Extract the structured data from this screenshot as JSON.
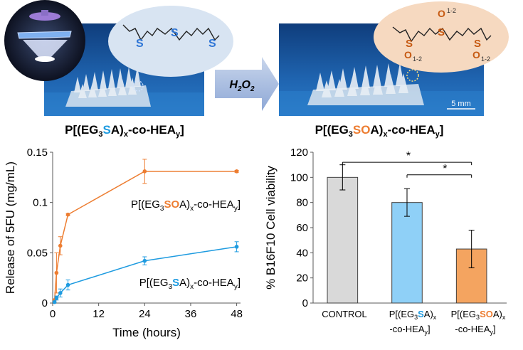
{
  "colors": {
    "orange": "#ED7D31",
    "blue": "#1E9BE0",
    "bar_control": "#D9D9D9",
    "bar_blue": "#8FD0F7",
    "bar_orange": "#F4A460",
    "photo_bg": "#1c5ea5",
    "bubble": "#d8e4f2",
    "bubble_orange": "#f6d9c0",
    "sulfur_blue": "#2E75D6",
    "sulfur_orange": "#C65911"
  },
  "top": {
    "left_label": {
      "pre": "P[(EG",
      "sub3": "3",
      "s": "S",
      "a": "A)",
      "subx": "x",
      "co": "-co-HEA",
      "suby": "y",
      "close": "]"
    },
    "right_label": {
      "pre": "P[(EG",
      "sub3": "3",
      "so": "SO",
      "a": "A)",
      "subx": "x",
      "co": "-co-HEA",
      "suby": "y",
      "close": "]"
    },
    "arrow_text": {
      "h": "H",
      "sub2a": "2",
      "o": "O",
      "sub2b": "2"
    },
    "scale_bar": "5 mm",
    "left_molecule": {
      "s": "S"
    },
    "right_molecule": {
      "s": "S",
      "o": "O",
      "sup": "1-2",
      "sub": "1-2"
    }
  },
  "chart_data": [
    {
      "type": "line",
      "xlabel": "Time (hours)",
      "ylabel": "Release of 5FU (mg/mL)",
      "xlim": [
        0,
        49
      ],
      "ylim": [
        0,
        0.15
      ],
      "xticks": [
        0,
        12,
        24,
        36,
        48
      ],
      "yticks": [
        0,
        0.05,
        0.1,
        0.15
      ],
      "ytick_labels": [
        "0",
        "0.05",
        "0.1",
        "0.15"
      ],
      "series": [
        {
          "name_parts": {
            "pre": "P[(EG",
            "sub3": "3",
            "mid": "SO",
            "a": "A)",
            "subx": "x",
            "co": "-co-HEA",
            "suby": "y",
            "close": "]"
          },
          "color": "orange",
          "x": [
            0.5,
            1,
            2,
            4,
            24,
            48
          ],
          "y": [
            0.003,
            0.03,
            0.057,
            0.088,
            0.131,
            0.131
          ],
          "err": [
            0,
            0.02,
            0.009,
            0.001,
            0.012,
            0.001
          ]
        },
        {
          "name_parts": {
            "pre": "P[(EG",
            "sub3": "3",
            "mid": "S",
            "a": "A)",
            "subx": "x",
            "co": "-co-HEA",
            "suby": "y",
            "close": "]"
          },
          "color": "blue",
          "x": [
            0.5,
            1,
            2,
            4,
            24,
            48
          ],
          "y": [
            0.001,
            0.005,
            0.01,
            0.018,
            0.042,
            0.056
          ],
          "err": [
            0,
            0.002,
            0.004,
            0.005,
            0.004,
            0.005
          ]
        }
      ]
    },
    {
      "type": "bar",
      "ylabel": "% B16F10 Cell viability",
      "ylim": [
        0,
        120
      ],
      "yticks": [
        0,
        20,
        40,
        60,
        80,
        100,
        120
      ],
      "categories": [
        {
          "line1": "CONTROL"
        },
        {
          "l1pre": "P[(EG",
          "l1sub": "3",
          "l1mid": "S",
          "l1post": "A)",
          "l1subx": "x",
          "l2pre": "-co-HEA",
          "l2sub": "y",
          "l2post": "]"
        },
        {
          "l1pre": "P[(EG",
          "l1sub": "3",
          "l1mid": "SO",
          "l1post": "A)",
          "l1subx": "x",
          "l2pre": "-co-HEA",
          "l2sub": "y",
          "l2post": "]"
        }
      ],
      "values": [
        100,
        80,
        43
      ],
      "errors": [
        10,
        11,
        15
      ],
      "colors": [
        "bar_control",
        "bar_blue",
        "bar_orange"
      ],
      "significance": [
        {
          "from": 0,
          "to": 2,
          "label": "*"
        },
        {
          "from": 1,
          "to": 2,
          "label": "*"
        }
      ]
    }
  ]
}
